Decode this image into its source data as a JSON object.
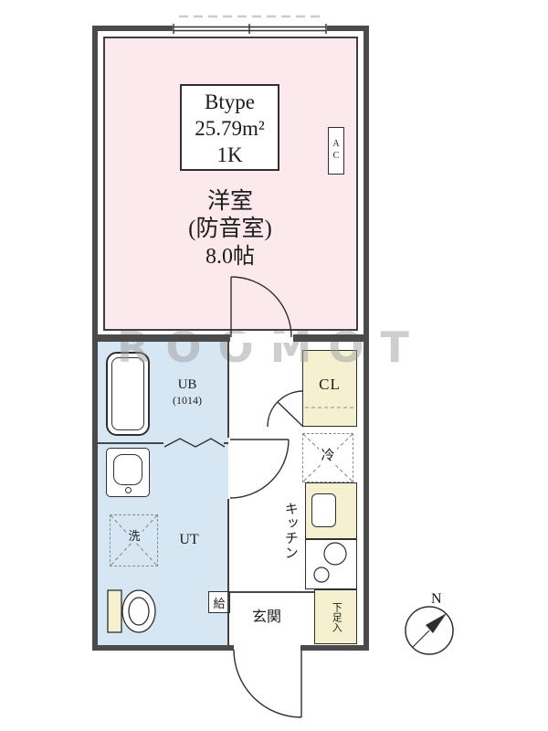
{
  "watermark": "ROOMOT",
  "type_box": {
    "type": "Btype",
    "area": "25.79m²",
    "layout": "1K"
  },
  "main_room": {
    "name": "洋室",
    "sub": "(防音室)",
    "size": "8.0帖"
  },
  "labels": {
    "ac": "AC",
    "ub": "UB",
    "ub_size": "(1014)",
    "ut": "UT",
    "washer": "洗",
    "closet": "CL",
    "fridge": "冷",
    "kitchen": "キッチン",
    "entrance": "玄関",
    "shoe_box": "下足入",
    "water_heater": "給",
    "compass_north": "N"
  },
  "colors": {
    "wall": "#4b4b4b",
    "room_pink": "#fce9ee",
    "wet_area_blue": "#d6e7f3",
    "storage_yellow": "#f5f1d0"
  }
}
